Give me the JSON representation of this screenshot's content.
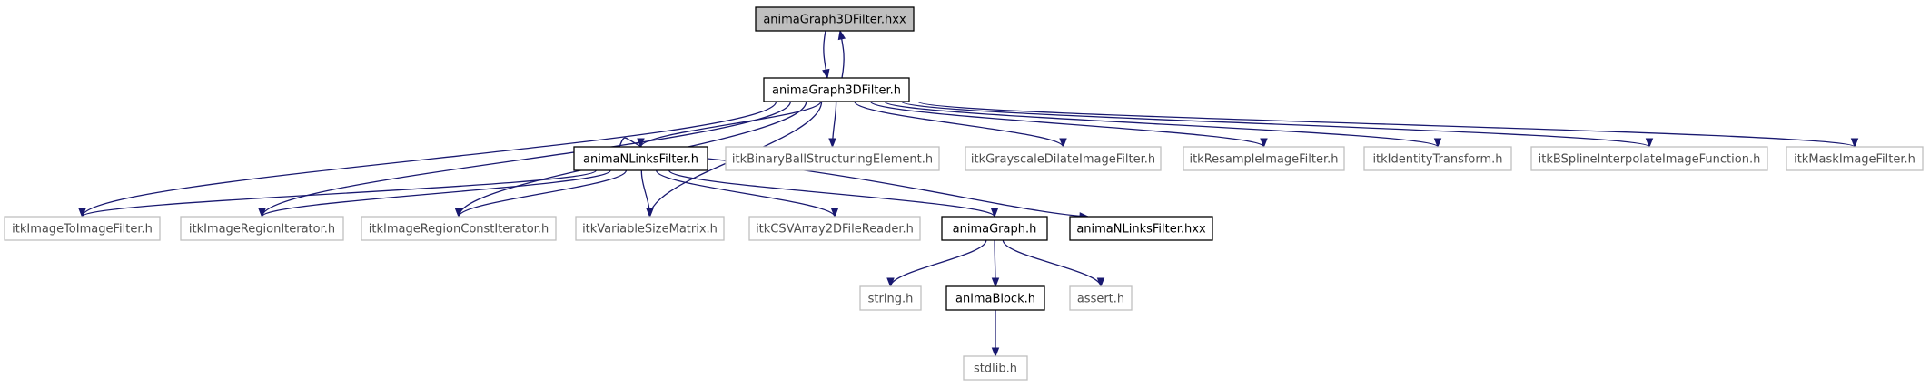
{
  "diagram": {
    "nodes": [
      {
        "id": "n_graph3d_hxx",
        "label": "animaGraph3DFilter.hxx",
        "style": "selected"
      },
      {
        "id": "n_graph3d_h",
        "label": "animaGraph3DFilter.h",
        "style": "normal"
      },
      {
        "id": "n_nlinks_h",
        "label": "animaNLinksFilter.h",
        "style": "normal"
      },
      {
        "id": "n_binaryball",
        "label": "itkBinaryBallStructuringElement.h",
        "style": "external"
      },
      {
        "id": "n_grayscaledilate",
        "label": "itkGrayscaleDilateImageFilter.h",
        "style": "external"
      },
      {
        "id": "n_resample",
        "label": "itkResampleImageFilter.h",
        "style": "external"
      },
      {
        "id": "n_identity",
        "label": "itkIdentityTransform.h",
        "style": "external"
      },
      {
        "id": "n_bspline",
        "label": "itkBSplineInterpolateImageFunction.h",
        "style": "external"
      },
      {
        "id": "n_mask",
        "label": "itkMaskImageFilter.h",
        "style": "external"
      },
      {
        "id": "n_imagetoimage",
        "label": "itkImageToImageFilter.h",
        "style": "external"
      },
      {
        "id": "n_regioniter",
        "label": "itkImageRegionIterator.h",
        "style": "external"
      },
      {
        "id": "n_regionconstiter",
        "label": "itkImageRegionConstIterator.h",
        "style": "external"
      },
      {
        "id": "n_varsizematrix",
        "label": "itkVariableSizeMatrix.h",
        "style": "external"
      },
      {
        "id": "n_csvarray",
        "label": "itkCSVArray2DFileReader.h",
        "style": "external"
      },
      {
        "id": "n_animagraph",
        "label": "animaGraph.h",
        "style": "normal"
      },
      {
        "id": "n_nlinks_hxx",
        "label": "animaNLinksFilter.hxx",
        "style": "normal"
      },
      {
        "id": "n_string",
        "label": "string.h",
        "style": "external"
      },
      {
        "id": "n_animablock",
        "label": "animaBlock.h",
        "style": "normal"
      },
      {
        "id": "n_assert",
        "label": "assert.h",
        "style": "external"
      },
      {
        "id": "n_stdlib",
        "label": "stdlib.h",
        "style": "external"
      }
    ],
    "edges": [
      {
        "from": "n_graph3d_hxx",
        "to": "n_graph3d_h"
      },
      {
        "from": "n_graph3d_h",
        "to": "n_graph3d_hxx"
      },
      {
        "from": "n_graph3d_h",
        "to": "n_nlinks_h"
      },
      {
        "from": "n_graph3d_h",
        "to": "n_binaryball"
      },
      {
        "from": "n_graph3d_h",
        "to": "n_grayscaledilate"
      },
      {
        "from": "n_graph3d_h",
        "to": "n_resample"
      },
      {
        "from": "n_graph3d_h",
        "to": "n_identity"
      },
      {
        "from": "n_graph3d_h",
        "to": "n_bspline"
      },
      {
        "from": "n_graph3d_h",
        "to": "n_mask"
      },
      {
        "from": "n_graph3d_h",
        "to": "n_imagetoimage"
      },
      {
        "from": "n_graph3d_h",
        "to": "n_regioniter"
      },
      {
        "from": "n_graph3d_h",
        "to": "n_regionconstiter"
      },
      {
        "from": "n_graph3d_h",
        "to": "n_varsizematrix"
      },
      {
        "from": "n_nlinks_h",
        "to": "n_imagetoimage"
      },
      {
        "from": "n_nlinks_h",
        "to": "n_regioniter"
      },
      {
        "from": "n_nlinks_h",
        "to": "n_regionconstiter"
      },
      {
        "from": "n_nlinks_h",
        "to": "n_varsizematrix"
      },
      {
        "from": "n_nlinks_h",
        "to": "n_csvarray"
      },
      {
        "from": "n_nlinks_h",
        "to": "n_animagraph"
      },
      {
        "from": "n_nlinks_h",
        "to": "n_nlinks_hxx"
      },
      {
        "from": "n_nlinks_hxx",
        "to": "n_nlinks_h"
      },
      {
        "from": "n_animagraph",
        "to": "n_string"
      },
      {
        "from": "n_animagraph",
        "to": "n_animablock"
      },
      {
        "from": "n_animagraph",
        "to": "n_assert"
      },
      {
        "from": "n_animablock",
        "to": "n_stdlib"
      }
    ]
  },
  "colors": {
    "selected_fill": "#bfbfbf",
    "normal_border": "#000000",
    "external_border": "#bfbfbf",
    "edge": "#191970"
  }
}
